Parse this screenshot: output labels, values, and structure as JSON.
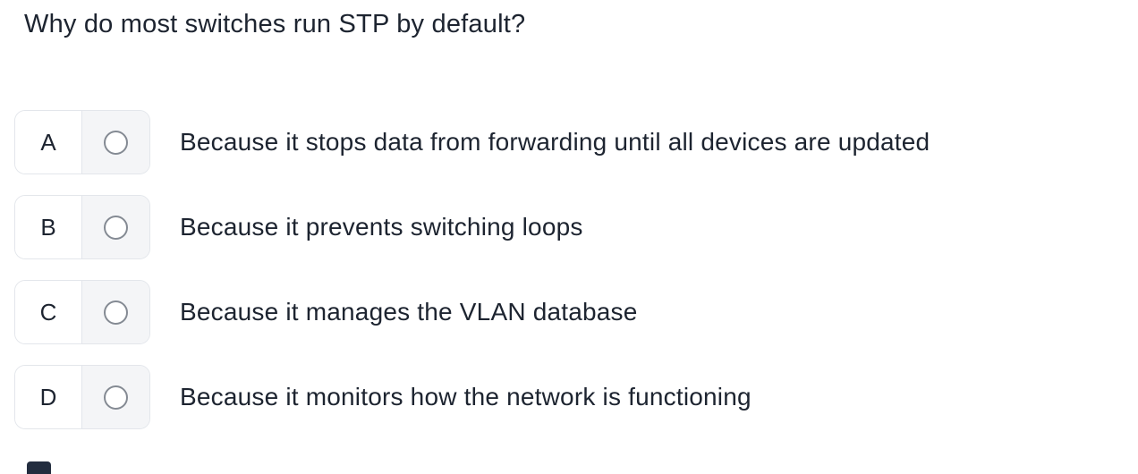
{
  "question": {
    "text": "Why do most switches run STP by default?"
  },
  "options": [
    {
      "letter": "A",
      "text": "Because it stops data from forwarding until all devices are updated",
      "selected": false
    },
    {
      "letter": "B",
      "text": "Because it prevents switching loops",
      "selected": false
    },
    {
      "letter": "C",
      "text": "Because it manages the VLAN database",
      "selected": false
    },
    {
      "letter": "D",
      "text": "Because it monitors how the network is functioning",
      "selected": false
    }
  ],
  "colors": {
    "background": "#ffffff",
    "text": "#1d2430",
    "option_border": "#e3e6eb",
    "radio_cell_bg": "#f4f5f7",
    "radio_ring": "#848a93",
    "partial_element": "#232d3f"
  }
}
